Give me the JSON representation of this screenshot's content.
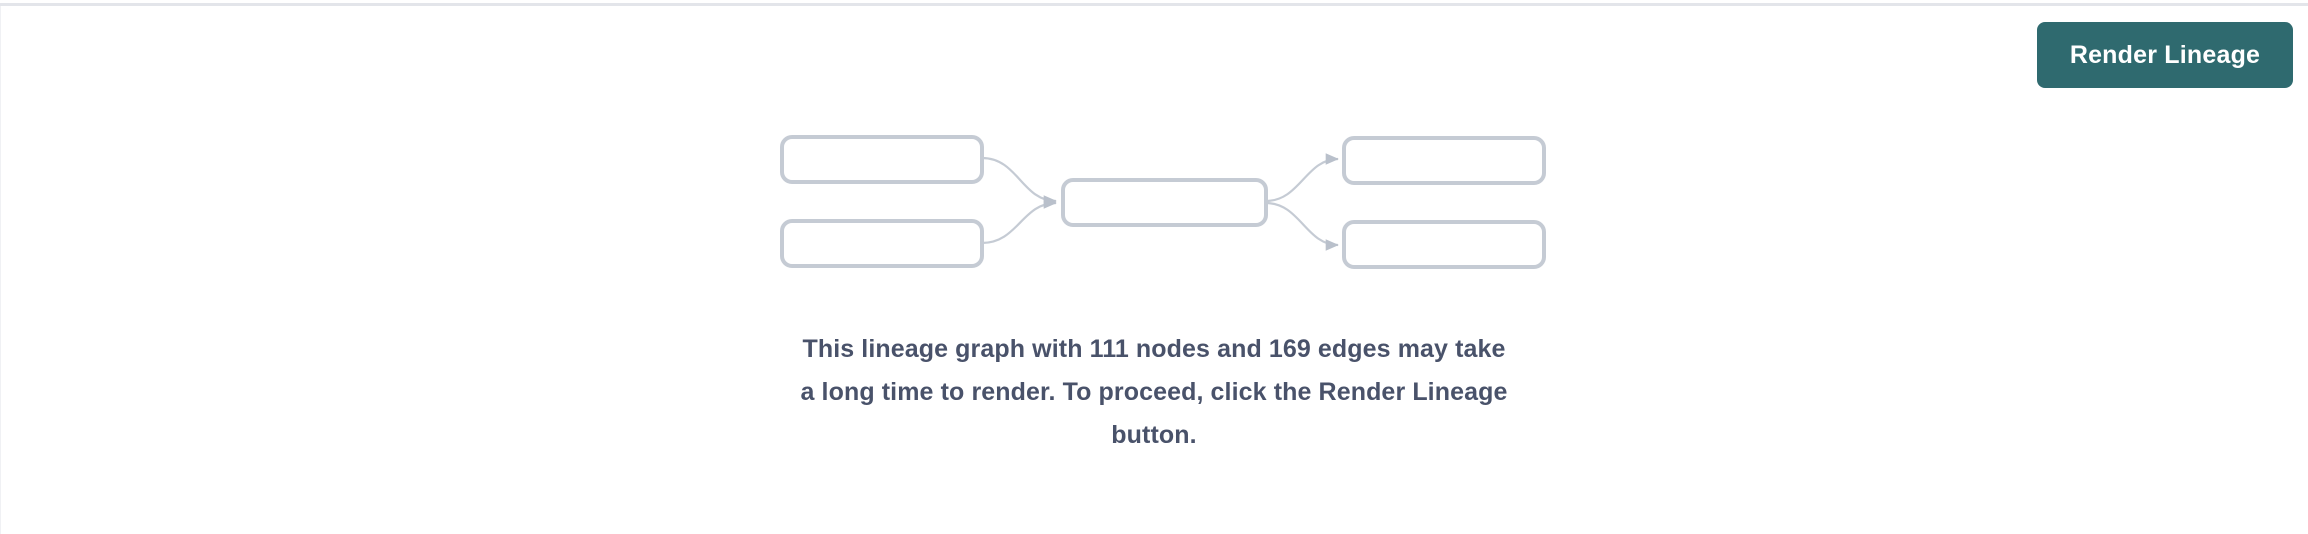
{
  "panel": {
    "background_color": "#ffffff",
    "divider_color": "#e3e5ea"
  },
  "toolbar": {
    "render_button_label": "Render Lineage",
    "render_button_color": "#2f6a6f",
    "render_button_text_color": "#ffffff"
  },
  "graph_placeholder": {
    "node_border_color": "#c5cbd4",
    "edge_color": "#c5cbd4",
    "nodes": [
      {
        "id": "left-top",
        "label": ""
      },
      {
        "id": "left-bottom",
        "label": ""
      },
      {
        "id": "center",
        "label": ""
      },
      {
        "id": "right-top",
        "label": ""
      },
      {
        "id": "right-bottom",
        "label": ""
      }
    ],
    "edges": [
      {
        "from": "left-top",
        "to": "center"
      },
      {
        "from": "left-bottom",
        "to": "center"
      },
      {
        "from": "center",
        "to": "right-top"
      },
      {
        "from": "center",
        "to": "right-bottom"
      }
    ]
  },
  "message": {
    "text_color": "#49526a",
    "node_count": "111",
    "edge_count": "169",
    "line1": "This lineage graph with 111 nodes and 169 edges may take",
    "line2": "a long time to render. To proceed, click the Render Lineage",
    "line3": "button."
  }
}
